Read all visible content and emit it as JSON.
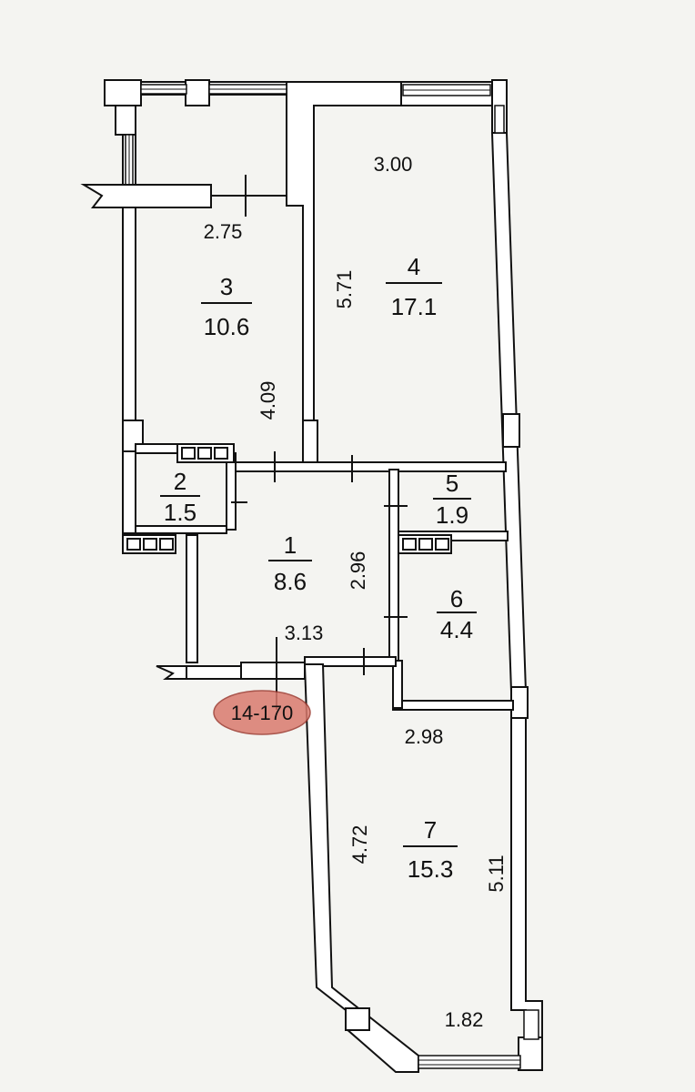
{
  "plan": {
    "apartment_code": "14-170",
    "rooms": [
      {
        "id": "1",
        "number": "1",
        "area": "8.6"
      },
      {
        "id": "2",
        "number": "2",
        "area": "1.5"
      },
      {
        "id": "3",
        "number": "3",
        "area": "10.6"
      },
      {
        "id": "4",
        "number": "4",
        "area": "17.1"
      },
      {
        "id": "5",
        "number": "5",
        "area": "1.9"
      },
      {
        "id": "6",
        "number": "6",
        "area": "4.4"
      },
      {
        "id": "7",
        "number": "7",
        "area": "15.3"
      }
    ],
    "dimensions": {
      "room3_width": "2.75",
      "room3_length": "4.09",
      "room4_width": "3.00",
      "room4_length": "5.71",
      "hall_length": "2.96",
      "hall_width": "3.13",
      "room7_width": "2.98",
      "room7_left_length": "4.72",
      "room7_right_length": "5.11",
      "room7_window_width": "1.82"
    }
  }
}
